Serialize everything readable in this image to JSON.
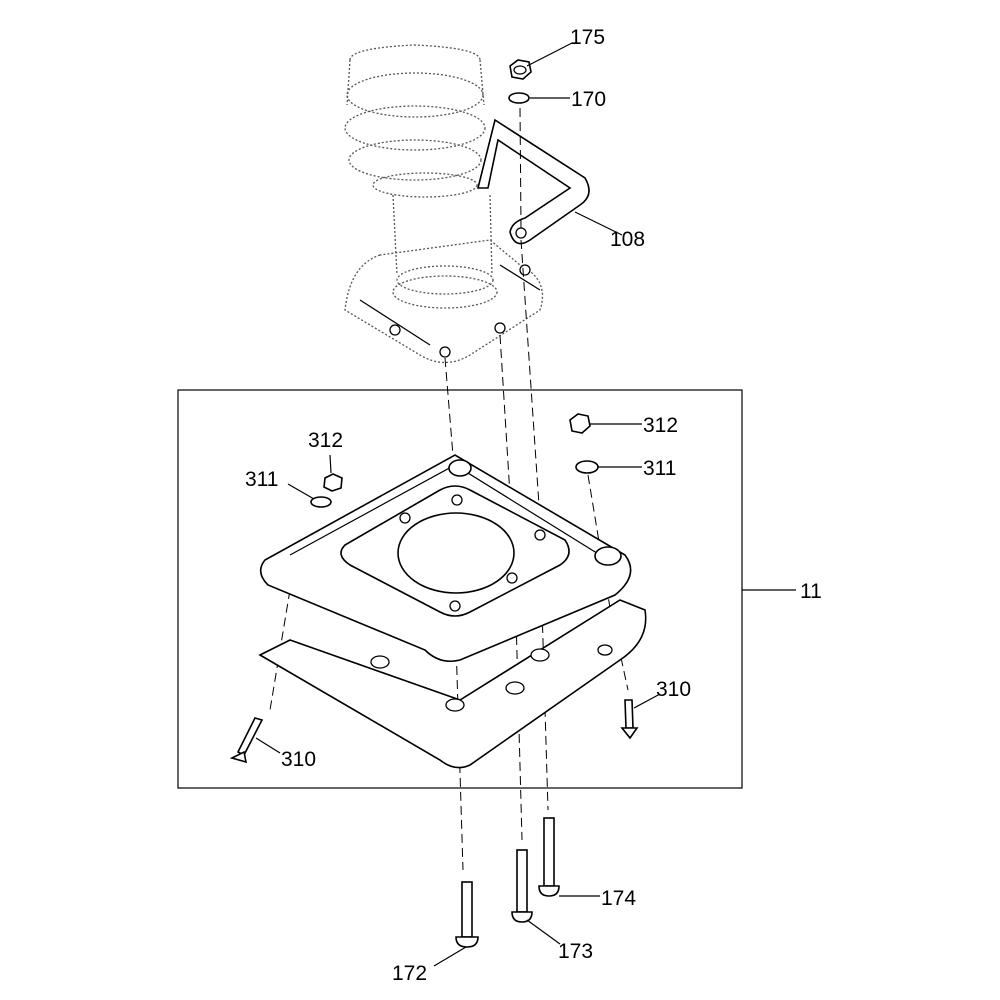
{
  "diagram": {
    "callouts": {
      "nut_top": "175",
      "washer_top": "170",
      "handle": "108",
      "nut_left": "312",
      "washer_left": "311",
      "nut_right": "312",
      "washer_right": "311",
      "foot_assembly": "11",
      "screw_right": "310",
      "screw_left": "310",
      "bolt_short": "172",
      "bolt_mid": "173",
      "bolt_long": "174"
    }
  }
}
